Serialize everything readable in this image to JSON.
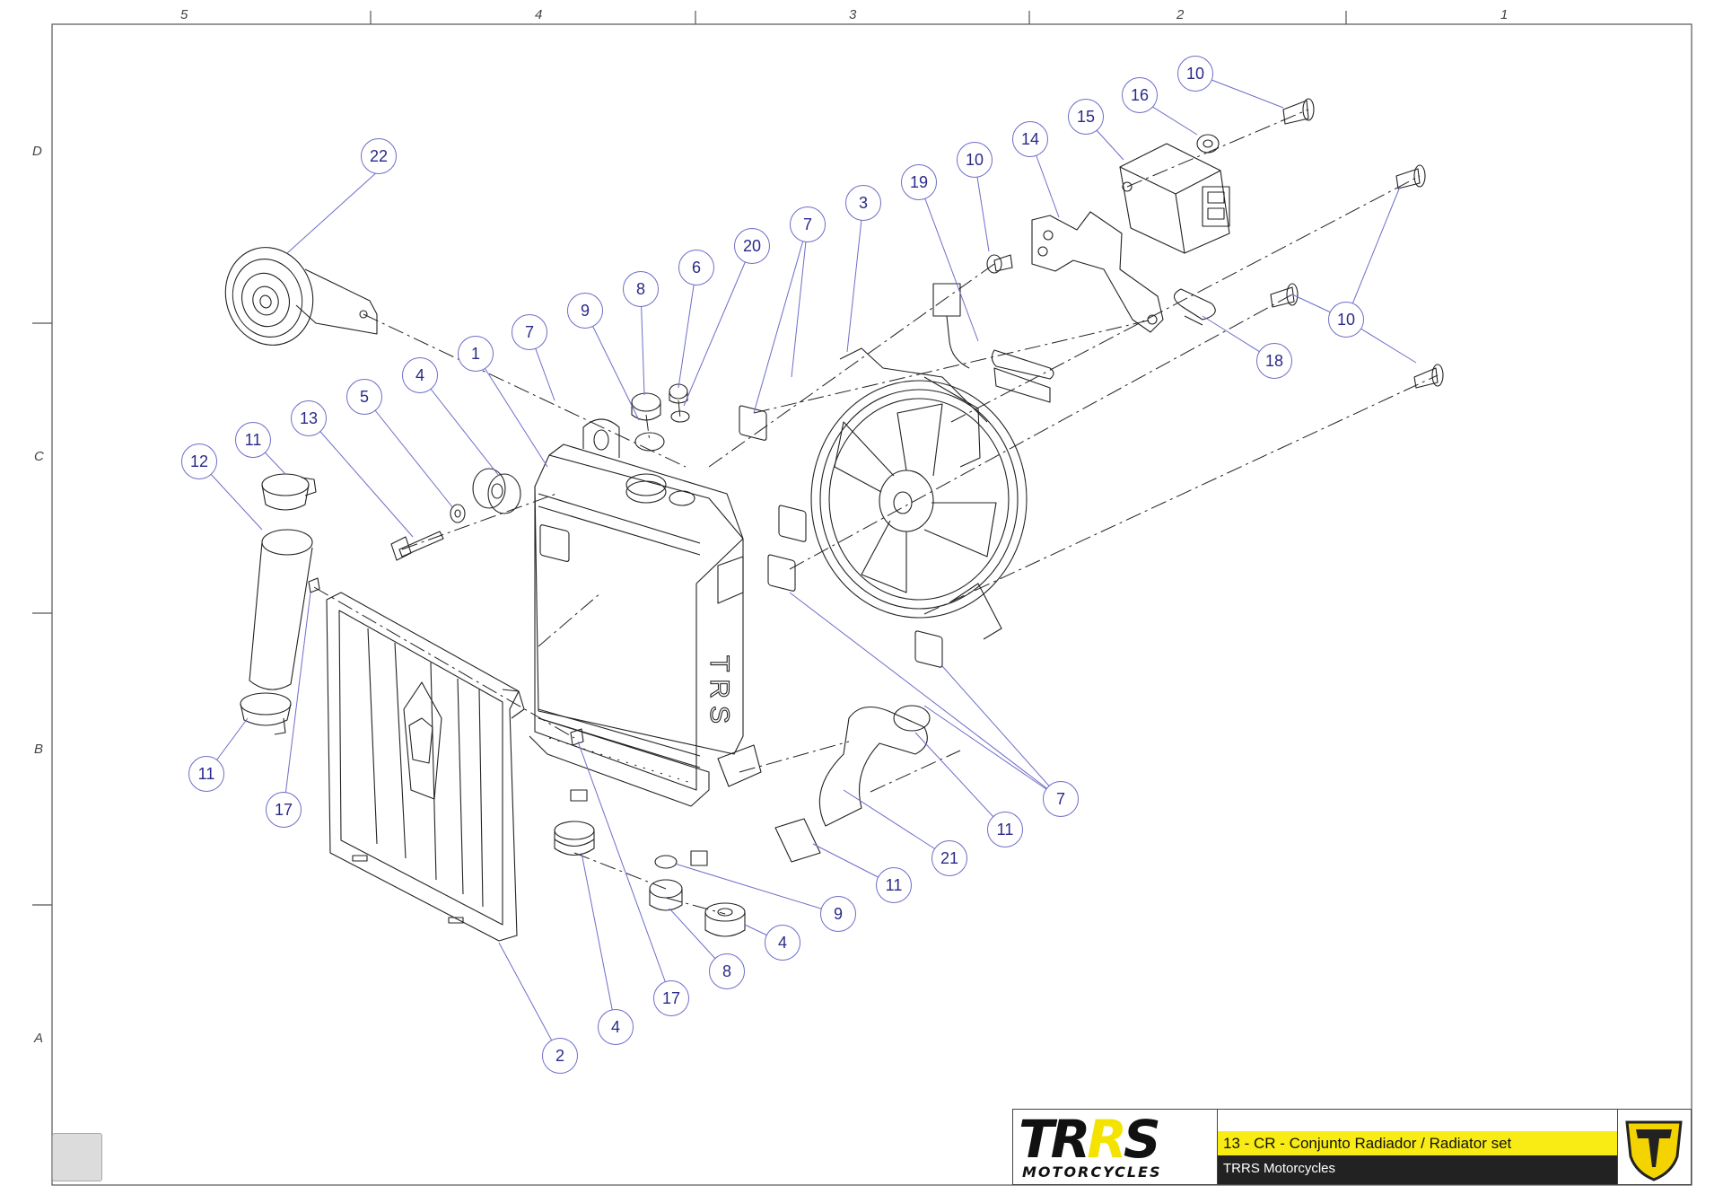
{
  "sheet": {
    "column_indices": [
      "5",
      "4",
      "3",
      "2",
      "1"
    ],
    "row_indices": [
      "D",
      "C",
      "B",
      "A"
    ]
  },
  "callouts": [
    {
      "id": "c22",
      "label": "22"
    },
    {
      "id": "c10a",
      "label": "10"
    },
    {
      "id": "c16",
      "label": "16"
    },
    {
      "id": "c15",
      "label": "15"
    },
    {
      "id": "c14",
      "label": "14"
    },
    {
      "id": "c10b",
      "label": "10"
    },
    {
      "id": "c19",
      "label": "19"
    },
    {
      "id": "c3",
      "label": "3"
    },
    {
      "id": "c7a",
      "label": "7"
    },
    {
      "id": "c20",
      "label": "20"
    },
    {
      "id": "c6",
      "label": "6"
    },
    {
      "id": "c8a",
      "label": "8"
    },
    {
      "id": "c9a",
      "label": "9"
    },
    {
      "id": "c7b",
      "label": "7"
    },
    {
      "id": "c1",
      "label": "1"
    },
    {
      "id": "c4a",
      "label": "4"
    },
    {
      "id": "c5",
      "label": "5"
    },
    {
      "id": "c13",
      "label": "13"
    },
    {
      "id": "c11a",
      "label": "11"
    },
    {
      "id": "c12",
      "label": "12"
    },
    {
      "id": "c10c",
      "label": "10"
    },
    {
      "id": "c18",
      "label": "18"
    },
    {
      "id": "c11b",
      "label": "11"
    },
    {
      "id": "c17a",
      "label": "17"
    },
    {
      "id": "c7c",
      "label": "7"
    },
    {
      "id": "c11c",
      "label": "11"
    },
    {
      "id": "c21",
      "label": "21"
    },
    {
      "id": "c11d",
      "label": "11"
    },
    {
      "id": "c9b",
      "label": "9"
    },
    {
      "id": "c4b",
      "label": "4"
    },
    {
      "id": "c8b",
      "label": "8"
    },
    {
      "id": "c17b",
      "label": "17"
    },
    {
      "id": "c4c",
      "label": "4"
    },
    {
      "id": "c2",
      "label": "2"
    }
  ],
  "radiator_side_text": "TRS",
  "title_block": {
    "brand_main": "TRRS",
    "brand_sub": "MOTORCYCLES",
    "drawing_title": "13 - CR - Conjunto Radiador / Radiator set",
    "company": "TRRS Motorcycles"
  },
  "icons": {
    "home": "home-icon",
    "emblem": "trrs-shield-emblem"
  },
  "colors": {
    "callout_stroke": "#6d6dc8",
    "callout_text": "#2a2a8a",
    "leader": "#6d6dc8",
    "title_band": "#f8ec14",
    "company_band": "#222222",
    "emblem_fill": "#f4d400"
  }
}
